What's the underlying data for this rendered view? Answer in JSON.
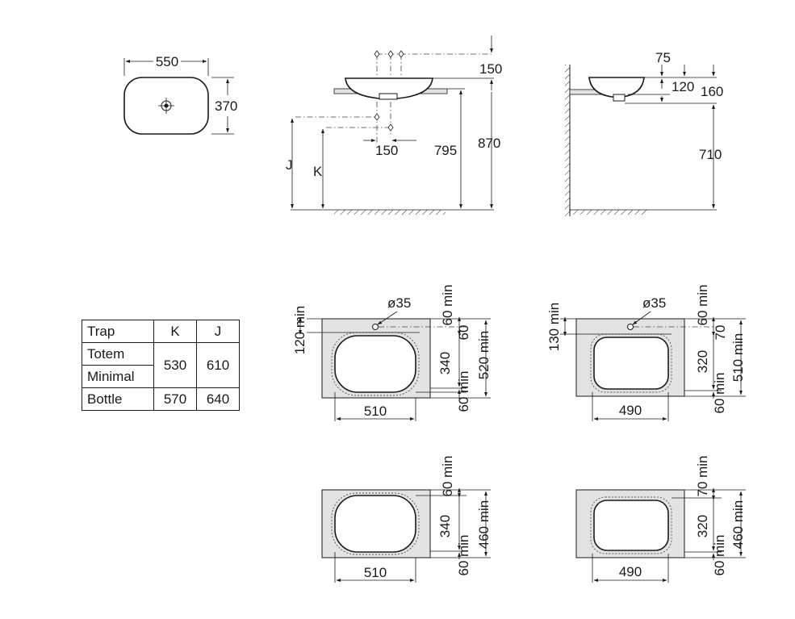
{
  "top_view": {
    "width": "550",
    "depth": "370"
  },
  "front_view": {
    "tap_offset": "150",
    "tap_spacing": "150",
    "height_795": "795",
    "height_870": "870",
    "label_j": "J",
    "label_k": "K"
  },
  "side_view": {
    "d75": "75",
    "d120": "120",
    "d160": "160",
    "height_710": "710"
  },
  "trap_table": {
    "headers": [
      "Trap",
      "K",
      "J"
    ],
    "rows": [
      {
        "name": "Totem",
        "name2": "Minimal",
        "k": "530",
        "j": "610"
      },
      {
        "name": "Bottle",
        "k": "570",
        "j": "640"
      }
    ]
  },
  "cutouts": {
    "a": {
      "hole": "ø35",
      "back": "120 min",
      "front_margin": "60 min",
      "tap": "60",
      "bowl": "340",
      "total": "520 min",
      "bottom": "60 min",
      "width": "510"
    },
    "b": {
      "hole": "ø35",
      "back": "130 min",
      "front_margin": "60 min",
      "tap": "70",
      "bowl": "320",
      "total": "510 min",
      "bottom": "60 min",
      "width": "490"
    },
    "c": {
      "front_margin": "60 min",
      "bowl": "340",
      "total": "460 min",
      "bottom": "60 min",
      "width": "510"
    },
    "d": {
      "front_margin": "70 min",
      "bowl": "320",
      "total": "460 min",
      "bottom": "60 min",
      "width": "490"
    }
  }
}
